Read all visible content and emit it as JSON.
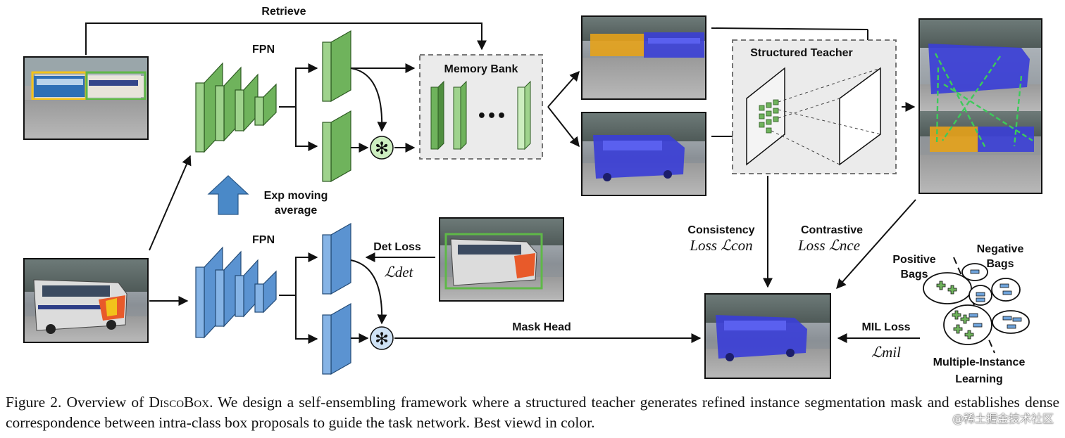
{
  "labels": {
    "retrieve": "Retrieve",
    "fpn_top": "FPN",
    "fpn_bottom": "FPN",
    "memory_bank": "Memory Bank",
    "structured_teacher": "Structured Teacher",
    "exp_moving_line1": "Exp moving",
    "exp_moving_line2": "average",
    "det_loss": "Det Loss",
    "det_loss_sym": "ℒdet",
    "mask_head": "Mask Head",
    "consistency_line1": "Consistency",
    "consistency_line2": "Loss ℒcon",
    "contrastive_line1": "Contrastive",
    "contrastive_line2": "Loss ℒnce",
    "positive_bags_line1": "Positive",
    "positive_bags_line2": "Bags",
    "negative_bags_line1": "Negative",
    "negative_bags_line2": "Bags",
    "mil_loss": "MIL Loss",
    "mil_loss_sym": "ℒmil",
    "mil_line1": "Multiple-Instance",
    "mil_line2": "Learning",
    "ellipsis": "•••"
  },
  "caption": {
    "prefix": "Figure 2. Overview of ",
    "name": "DiscoBox",
    "text": ". We design a self-ensembling framework where a structured teacher generates refined instance segmentation mask and establishes dense correspondence between intra-class box proposals to guide the task network. Best viewd in color."
  },
  "watermark": "@稀土掘金技术社区",
  "colors": {
    "teacher_green": "#8cc97a",
    "student_blue": "#6fa4dc",
    "arrow_blue": "#4a89c8",
    "mask_purple": "#3b3fd6",
    "mask_orange": "#e6a21a",
    "box_yellow": "#f2c21b",
    "box_green": "#5fb848"
  }
}
